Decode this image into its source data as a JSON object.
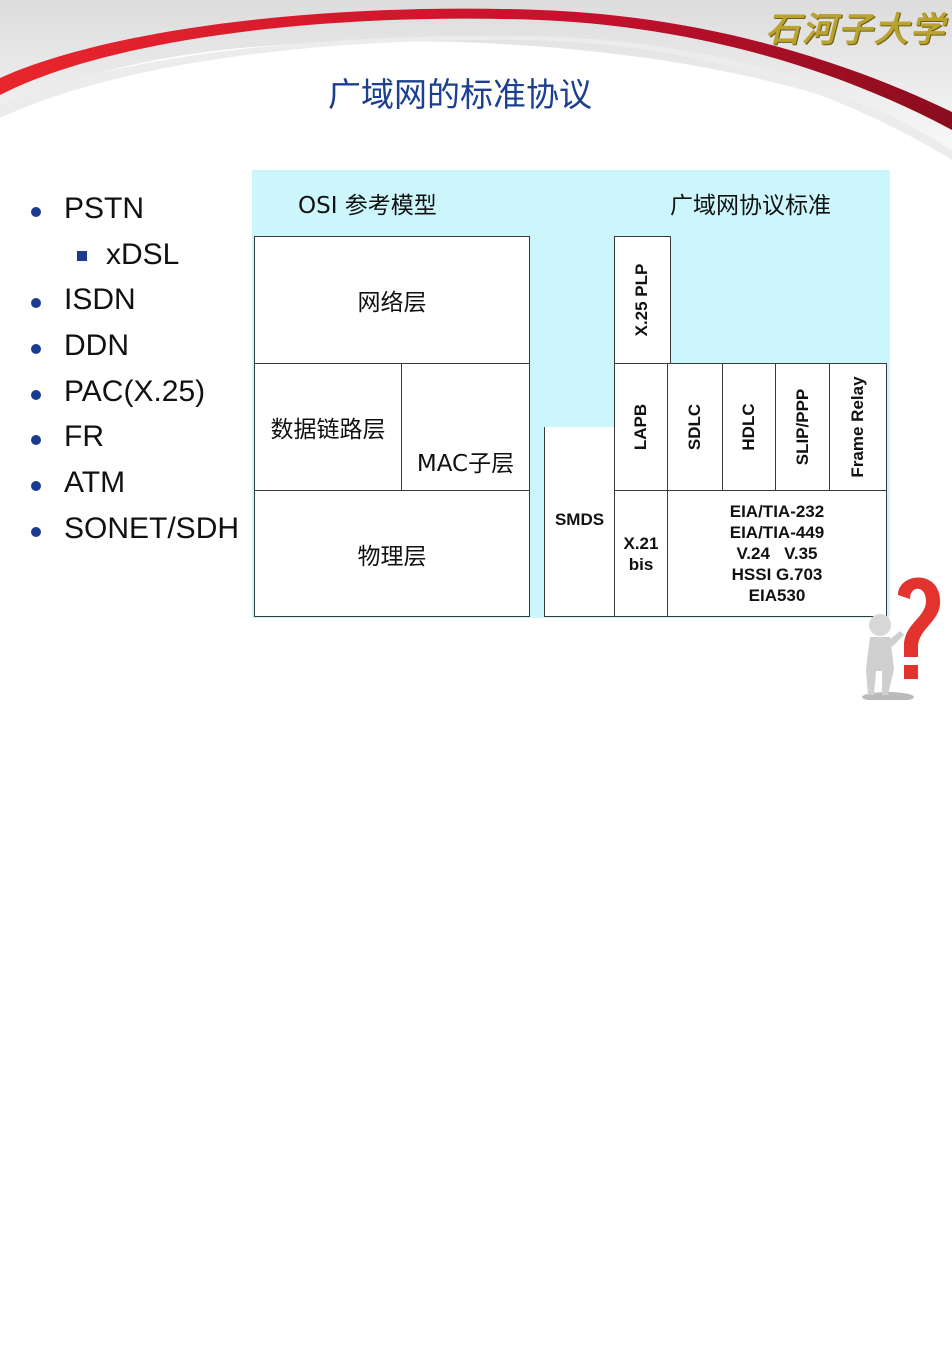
{
  "header": {
    "logo_text": "石河子大学",
    "title": "广域网的标准协议"
  },
  "bullets": [
    {
      "label": "PSTN",
      "level": 1
    },
    {
      "label": "xDSL",
      "level": 2
    },
    {
      "label": "ISDN",
      "level": 1
    },
    {
      "label": "DDN",
      "level": 1
    },
    {
      "label": "PAC(X.25)",
      "level": 1
    },
    {
      "label": "FR",
      "level": 1
    },
    {
      "label": "ATM",
      "level": 1
    },
    {
      "label": "SONET/SDH",
      "level": 1
    }
  ],
  "diagram": {
    "osi_header": "OSI 参考模型",
    "wan_header": "广域网协议标准",
    "osi_layers": {
      "network": "网络层",
      "datalink": "数据链路层",
      "mac": "MAC子层",
      "physical": "物理层"
    },
    "wan": {
      "smds": "SMDS",
      "x25plp": "X.25 PLP",
      "lapb": "LAPB",
      "sdlc": "SDLC",
      "hdlc": "HDLC",
      "slip_ppp": "SLIP/PPP",
      "frame_relay": "Frame Relay",
      "x21_line1": "X.21",
      "x21_line2": "bis",
      "phys_lines": [
        "EIA/TIA-232",
        "EIA/TIA-449",
        "V.24   V.35",
        "HSSI G.703",
        "EIA530"
      ]
    }
  },
  "colors": {
    "title": "#1c3f8f",
    "bullet": "#1a3b8f",
    "diagram_bg": "#ccf6fb",
    "swoosh": "#c8102e",
    "logo": "#b8a230"
  },
  "icons": [
    "question-mark-figure-icon"
  ]
}
